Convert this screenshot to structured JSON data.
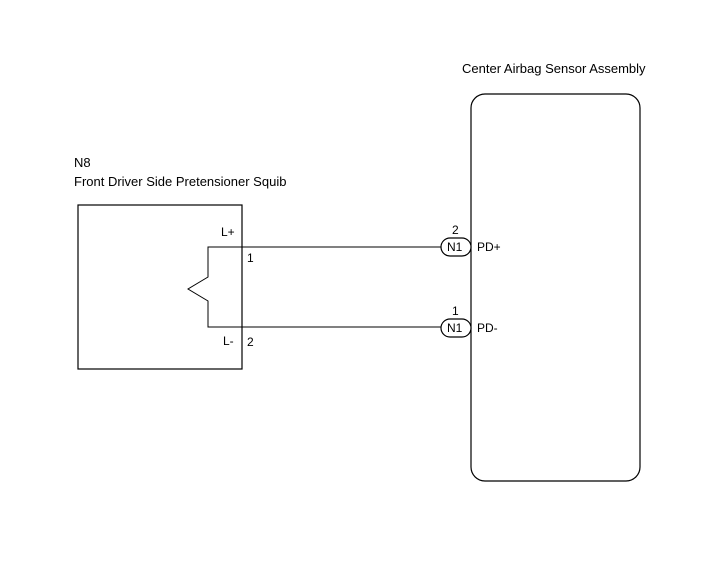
{
  "ecu": {
    "title": "Center Airbag Sensor Assembly",
    "terminals": [
      {
        "name": "PD+",
        "pin": "2",
        "connector": "N1"
      },
      {
        "name": "PD-",
        "pin": "1",
        "connector": "N1"
      }
    ]
  },
  "squib": {
    "code": "N8",
    "title": "Front Driver Side Pretensioner Squib",
    "terminals": [
      {
        "name": "L+",
        "pin": "1"
      },
      {
        "name": "L-",
        "pin": "2"
      }
    ]
  }
}
